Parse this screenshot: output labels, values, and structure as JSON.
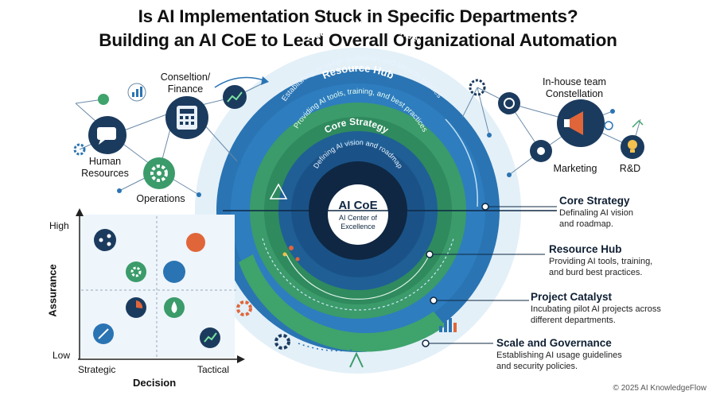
{
  "title": {
    "line1": "Is AI Implementation Stuck in Specific Departments?",
    "line2": "Building an AI CoE to Lead Overall Organizational Automation"
  },
  "center": {
    "title": "AI CoE",
    "subtitle_line1": "AI Center of",
    "subtitle_line2": "Excellence"
  },
  "rings": {
    "outer": {
      "title": "Scale and Governance",
      "subtitle": "Establishing AI usage guidelines and security policies"
    },
    "middle": {
      "title": "Resource Hub",
      "subtitle": "Providing AI tools, training, and best practices"
    },
    "inner": {
      "title": "Core Strategy",
      "subtitle": "Defining AI vision and roadmap"
    }
  },
  "departments_left": {
    "finance_line1": "Conseltion/",
    "finance_line2": "Finance",
    "hr_line1": "Human",
    "hr_line2": "Resources",
    "operations": "Operations"
  },
  "departments_right": {
    "inhouse_line1": "In-house team",
    "inhouse_line2": "Constellation",
    "marketing": "Marketing",
    "rnd": "R&D"
  },
  "callouts": [
    {
      "title": "Core Strategy",
      "line1": "Definaling AI vision",
      "line2": "and roadmap."
    },
    {
      "title": "Resource Hub",
      "line1": "Providing AI tools, training,",
      "line2": "and burd best practices."
    },
    {
      "title": "Project Catalyst",
      "line1": "Incubating pilot AI projects across",
      "line2": "different departments."
    },
    {
      "title": "Scale and Governance",
      "line1": "Establishing AI usage guidelines",
      "line2": "and security policies."
    }
  ],
  "matrix": {
    "y_axis_label": "Assurance",
    "x_axis_label": "Decision",
    "y_high": "High",
    "y_low": "Low",
    "x_left": "Strategic",
    "x_right": "Tactical"
  },
  "colors": {
    "outer_ring": "#2a74b3",
    "middle_ring": "#3b9b6a",
    "inner_ring": "#1f5f96",
    "core": "#0f2742",
    "dark_navy": "#1b3b5e",
    "orange": "#e0663a",
    "teal": "#2e8fa6"
  },
  "footer": "© 2025 AI KnowledgeFlow"
}
